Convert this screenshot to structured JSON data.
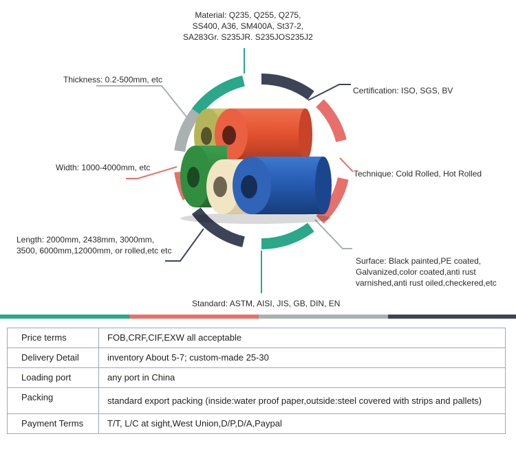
{
  "labels": {
    "material": [
      "Material: Q235, Q255, Q275,",
      "SS400, A36, SM400A, St37-2,",
      "SA283Gr.  S235JR.  S235JOS235J2"
    ],
    "thickness": "Thickness: 0.2-500mm, etc",
    "certification": "Certification: ISO, SGS, BV",
    "width": "Width: 1000-4000mm, etc",
    "technique": "Technique: Cold Rolled, Hot Rolled",
    "length": [
      "Length: 2000mm, 2438mm, 3000mm,",
      "3500, 6000mm,12000mm, or rolled,etc etc"
    ],
    "surface": [
      "Surface: Black painted,PE coated,",
      "Galvanized,color coated,anti rust",
      "varnished,anti rust oiled,checkered,etc"
    ],
    "standard": "Standard: ASTM, AISI, JIS, GB, DIN, EN"
  },
  "colors": {
    "teal": "#2aa889",
    "coral": "#e7706b",
    "gray": "#a9b1b1",
    "navy": "#3d4458",
    "coil_olive": "#b9b85a",
    "coil_red": "#e7553a",
    "coil_green": "#2f8a3e",
    "coil_cream": "#efe2bf",
    "coil_blue": "#2355a8"
  },
  "table": [
    {
      "key": "Price terms",
      "value": "FOB,CRF,CIF,EXW all acceptable"
    },
    {
      "key": "Delivery Detail",
      "value": "inventory About 5-7; custom-made 25-30"
    },
    {
      "key": "Loading port",
      "value": "any port in China"
    },
    {
      "key": "Packing",
      "value": "standard export packing (inside:water proof paper,outside:steel covered with strips and pallets)"
    },
    {
      "key": "Payment Terms",
      "value": "T/T, L/C at sight,West Union,D/P,D/A,Paypal"
    }
  ]
}
